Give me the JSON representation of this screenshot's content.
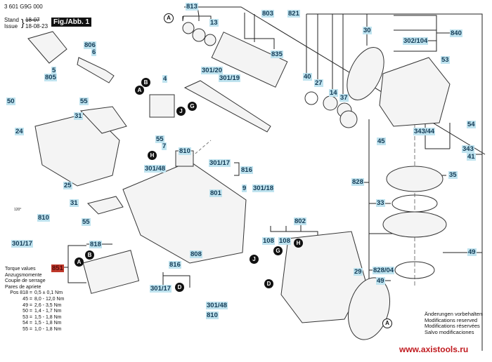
{
  "header": {
    "part_number": "3 601 G9G 000",
    "stand_label": "Stand",
    "issue_label": "Issue",
    "stand_value": "18-07",
    "issue_value": "18-08-23",
    "figure_label": "Fig./Abb. 1"
  },
  "labels": {
    "l813": "813",
    "l803": "803",
    "l821": "821",
    "l13": "13",
    "l806": "806",
    "l6": "6",
    "l5": "5",
    "l805": "805",
    "l835": "835",
    "l30": "30",
    "l840": "840",
    "l302_104": "302/104",
    "l53": "53",
    "l4": "4",
    "l301_20": "301/20",
    "l301_19": "301/19",
    "l40": "40",
    "l27": "27",
    "l14": "14",
    "l37": "37",
    "l50": "50",
    "l55a": "55",
    "l31a": "31",
    "l24": "24",
    "l45": "45",
    "l343_44": "343/44",
    "l54": "54",
    "l343": "343",
    "l41": "41",
    "l55b": "55",
    "l7": "7",
    "l810a": "810",
    "l301_48a": "301/48",
    "l301_17a": "301/17",
    "l816a": "816",
    "l25": "25",
    "l801": "801",
    "l9": "9",
    "l301_18": "301/18",
    "l828": "828",
    "l35": "35",
    "l33": "33",
    "l31b": "31",
    "l810b": "810",
    "l55c": "55",
    "l301_17b": "301/17",
    "l802": "802",
    "l108a": "108",
    "l108b": "108",
    "l818": "818",
    "l808": "808",
    "l851": "851",
    "l816b": "816",
    "l301_17c": "301/17",
    "l301_48b": "301/48",
    "l810c": "810",
    "l29": "29",
    "l828_04": "828/04",
    "l49a": "49",
    "l49b": "49",
    "angle": "120°"
  },
  "markers": {
    "A": "A",
    "B": "B",
    "D": "D",
    "G": "G",
    "H": "H",
    "J": "J"
  },
  "torque": {
    "title_en": "Torque values",
    "title_de": "Anzugsmomente",
    "title_fr": "Couple de serrage",
    "title_es": "Pares de apriete",
    "rows": [
      {
        "pos": "Pos 818 =",
        "value": "0,5 ± 0,1 Nm"
      },
      {
        "pos": "45 =",
        "value": "8,0 - 12,0 Nm"
      },
      {
        "pos": "49 =",
        "value": "2,6 - 3,5 Nm"
      },
      {
        "pos": "50 =",
        "value": "1,4 - 1,7 Nm"
      },
      {
        "pos": "53 =",
        "value": "1,5 - 1,8 Nm"
      },
      {
        "pos": "54 =",
        "value": "1,5 - 1,8 Nm"
      },
      {
        "pos": "55 =",
        "value": "1,0 - 1,8 Nm"
      }
    ]
  },
  "notes": {
    "de": "Änderungen vorbehalten",
    "en": "Modifications reserved",
    "fr": "Modifications réservées",
    "es": "Salvo modificaciones"
  },
  "website": "www.axistools.ru",
  "colors": {
    "label_bg": "#bfe3ef",
    "label_text": "#123a55",
    "highlight": "#c0392b",
    "website": "#c0191e"
  }
}
